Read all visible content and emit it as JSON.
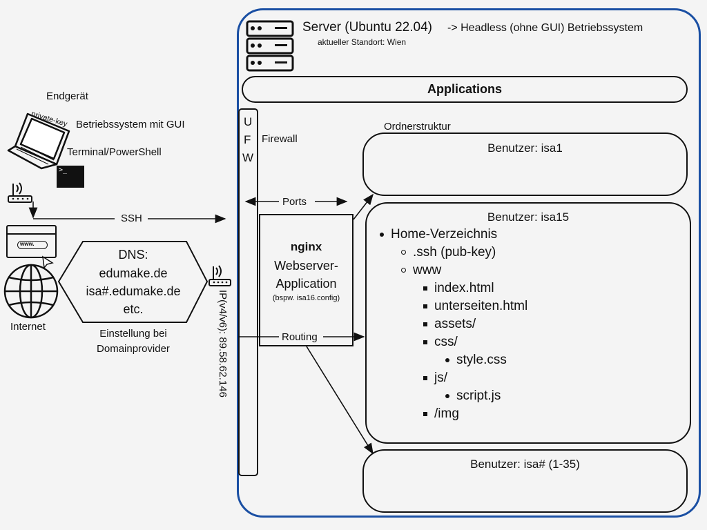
{
  "server": {
    "title": "Server (Ubuntu 22.04)",
    "note": "-> Headless (ohne GUI) Betriebssystem",
    "location": "aktueller Standort: Wien",
    "frame_color": "#1a4fa3"
  },
  "applications": {
    "label": "Applications"
  },
  "firewall": {
    "letters": [
      "U",
      "F",
      "W"
    ],
    "label": "Firewall"
  },
  "ports": {
    "label": "Ports"
  },
  "routing": {
    "label": "Routing"
  },
  "nginx": {
    "name": "nginx",
    "line1": "Webserver-",
    "line2": "Application",
    "example": "(bspw. isa16.config)"
  },
  "folder_structure": {
    "label": "Ordnerstruktur"
  },
  "users": {
    "isa1": "Benutzer: isa1",
    "isa15": "Benutzer: isa15",
    "isa_range": "Benutzer: isa# (1-35)"
  },
  "tree": {
    "home": "Home-Verzeichnis",
    "ssh": ".ssh (pub-key)",
    "www": "www",
    "index": "index.html",
    "unterseiten": "unterseiten.html",
    "assets": "assets/",
    "css": "css/",
    "style": "style.css",
    "js": "js/",
    "script": "script.js",
    "img": "/img"
  },
  "client": {
    "device": "Endgerät",
    "private_key": "private-key",
    "os": "Betriebssystem mit GUI",
    "terminal": "Terminal/PowerShell",
    "terminal_prompt": ">_"
  },
  "ssh": {
    "label": "SSH"
  },
  "internet": {
    "label": "Internet",
    "browser_text": "www."
  },
  "dns": {
    "title": "DNS:",
    "line1": "edumake.de",
    "line2": "isa#.edumake.de",
    "line3": "etc.",
    "setting_line1": "Einstellung bei",
    "setting_line2": "Domainprovider"
  },
  "ip": {
    "label": "IP(v4/v6): 89.58.62.146"
  },
  "icons": [
    "server-rack-icon",
    "laptop-icon",
    "terminal-icon",
    "router-icon",
    "browser-window-icon",
    "globe-icon"
  ]
}
